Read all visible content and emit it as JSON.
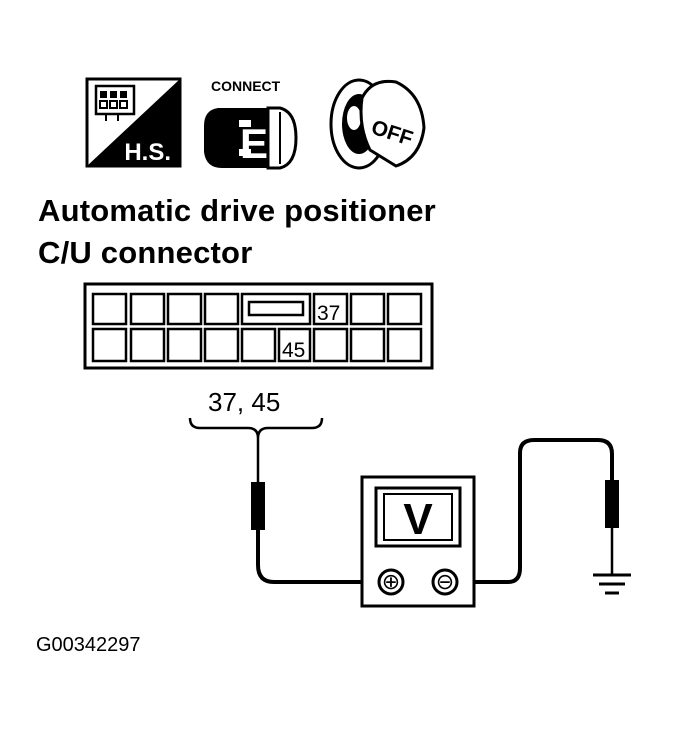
{
  "icons": {
    "harness_icon_text": "H.S.",
    "connect_icon_text": "CONNECT",
    "connect_icon_letter": "E",
    "ignition_icon_text": "OFF"
  },
  "title": {
    "line1": "Automatic drive positioner",
    "line2": "C/U connector"
  },
  "connector": {
    "pin_top": "37",
    "pin_bottom": "45",
    "brace_label": "37, 45"
  },
  "meter": {
    "display": "V",
    "plus_symbol": "⊕",
    "minus_symbol": "⊖"
  },
  "figure_id": "G00342297"
}
